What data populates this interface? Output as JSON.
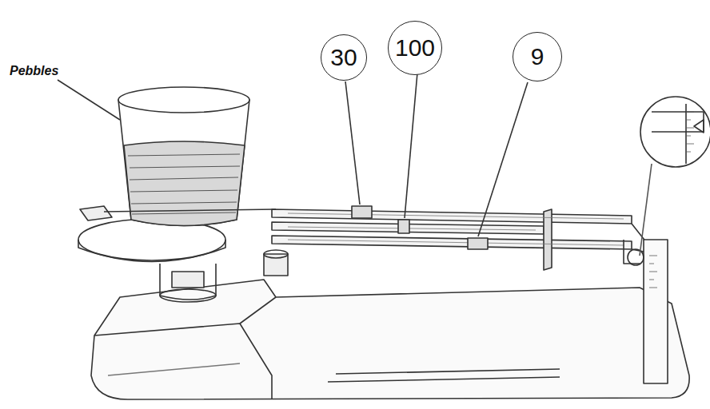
{
  "diagram": {
    "nodes": [
      {
        "text": [
          "30"
        ]
      },
      {
        "text": [
          "100"
        ]
      },
      {
        "text": [
          "9"
        ]
      }
    ],
    "labels": [
      "Pebbles"
    ]
  }
}
